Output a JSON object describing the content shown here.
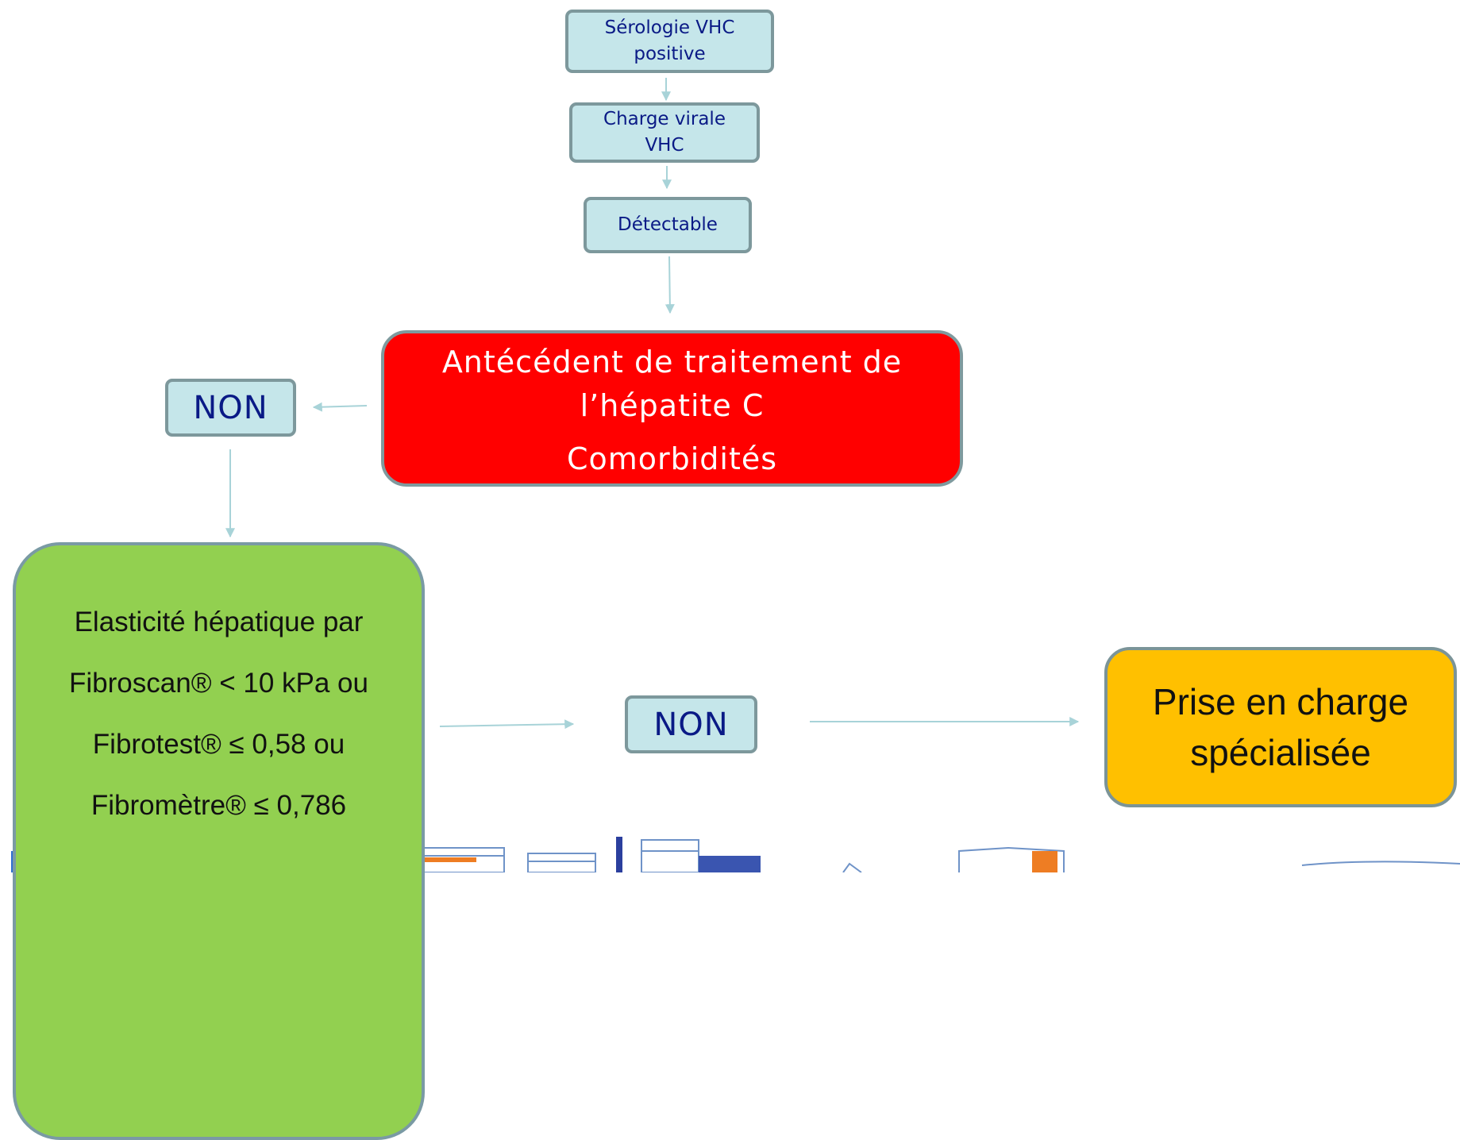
{
  "nodes": {
    "serologie": {
      "line1": "Sérologie VHC",
      "line2": "positive"
    },
    "charge": {
      "line1": "Charge virale",
      "line2": "VHC"
    },
    "detectable": {
      "label": "Détectable"
    },
    "antecedent": {
      "line1": "Antécédent de traitement de",
      "line2": "l’hépatite C",
      "line3": "Comorbidités"
    },
    "non_left": {
      "label": "NON"
    },
    "elasticite": {
      "line1": "Elasticité hépatique par",
      "line2": "Fibroscan® < 10 kPa ou",
      "line3": "Fibrotest® ≤ 0,58 ou",
      "line4": "Fibromètre® ≤ 0,786"
    },
    "non_middle": {
      "label": "NON"
    },
    "prise": {
      "line1": "Prise en charge",
      "line2": "spécialisée"
    }
  },
  "colors": {
    "box_fill": "#c5e6ea",
    "box_border": "#7d989c",
    "box_text": "#0a1a86",
    "red_fill": "#ff0000",
    "green_fill": "#92d050",
    "orange_fill": "#ffc000",
    "arrow": "#a8d3d8"
  }
}
